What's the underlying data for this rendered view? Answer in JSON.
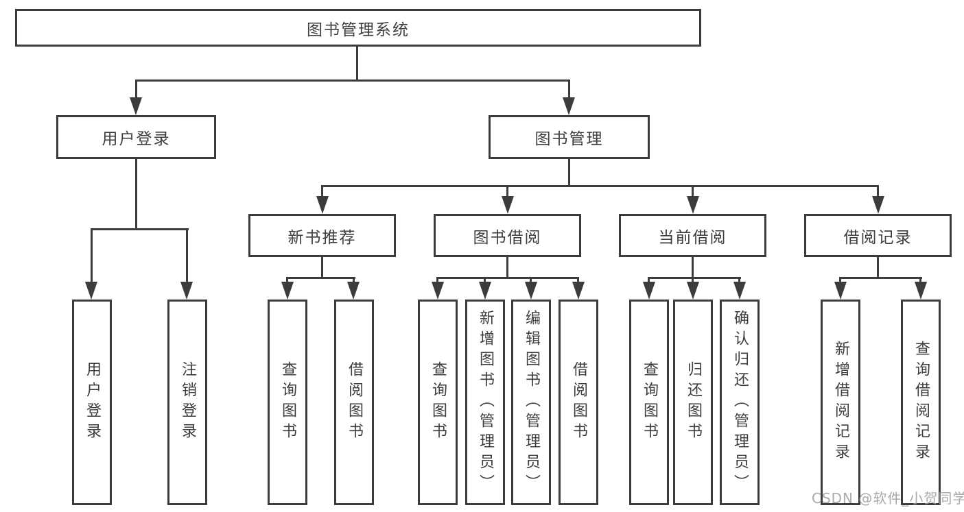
{
  "diagram": {
    "title": "图书管理系统",
    "root": {
      "label": "图书管理系统"
    },
    "branches": [
      {
        "label": "用户登录",
        "children": [
          {
            "label": "用户登录"
          },
          {
            "label": "注销登录"
          }
        ]
      },
      {
        "label": "图书管理",
        "children": [
          {
            "label": "新书推荐",
            "children": [
              {
                "label": "查询图书"
              },
              {
                "label": "借阅图书"
              }
            ]
          },
          {
            "label": "图书借阅",
            "children": [
              {
                "label": "查询图书"
              },
              {
                "label": "新增图书（管理员）"
              },
              {
                "label": "编辑图书（管理员）"
              },
              {
                "label": "借阅图书"
              }
            ]
          },
          {
            "label": "当前借阅",
            "children": [
              {
                "label": "查询图书"
              },
              {
                "label": "归还图书"
              },
              {
                "label": "确认归还（管理员）"
              }
            ]
          },
          {
            "label": "借阅记录",
            "children": [
              {
                "label": "新增借阅记录"
              },
              {
                "label": "查询借阅记录"
              }
            ]
          }
        ]
      }
    ]
  },
  "watermark": "CSDN @软件_小贺同学",
  "colors": {
    "line": "#3c3c3c",
    "text": "#3d3d3d",
    "background": "#ffffff",
    "watermark": "#a8a8a8"
  }
}
